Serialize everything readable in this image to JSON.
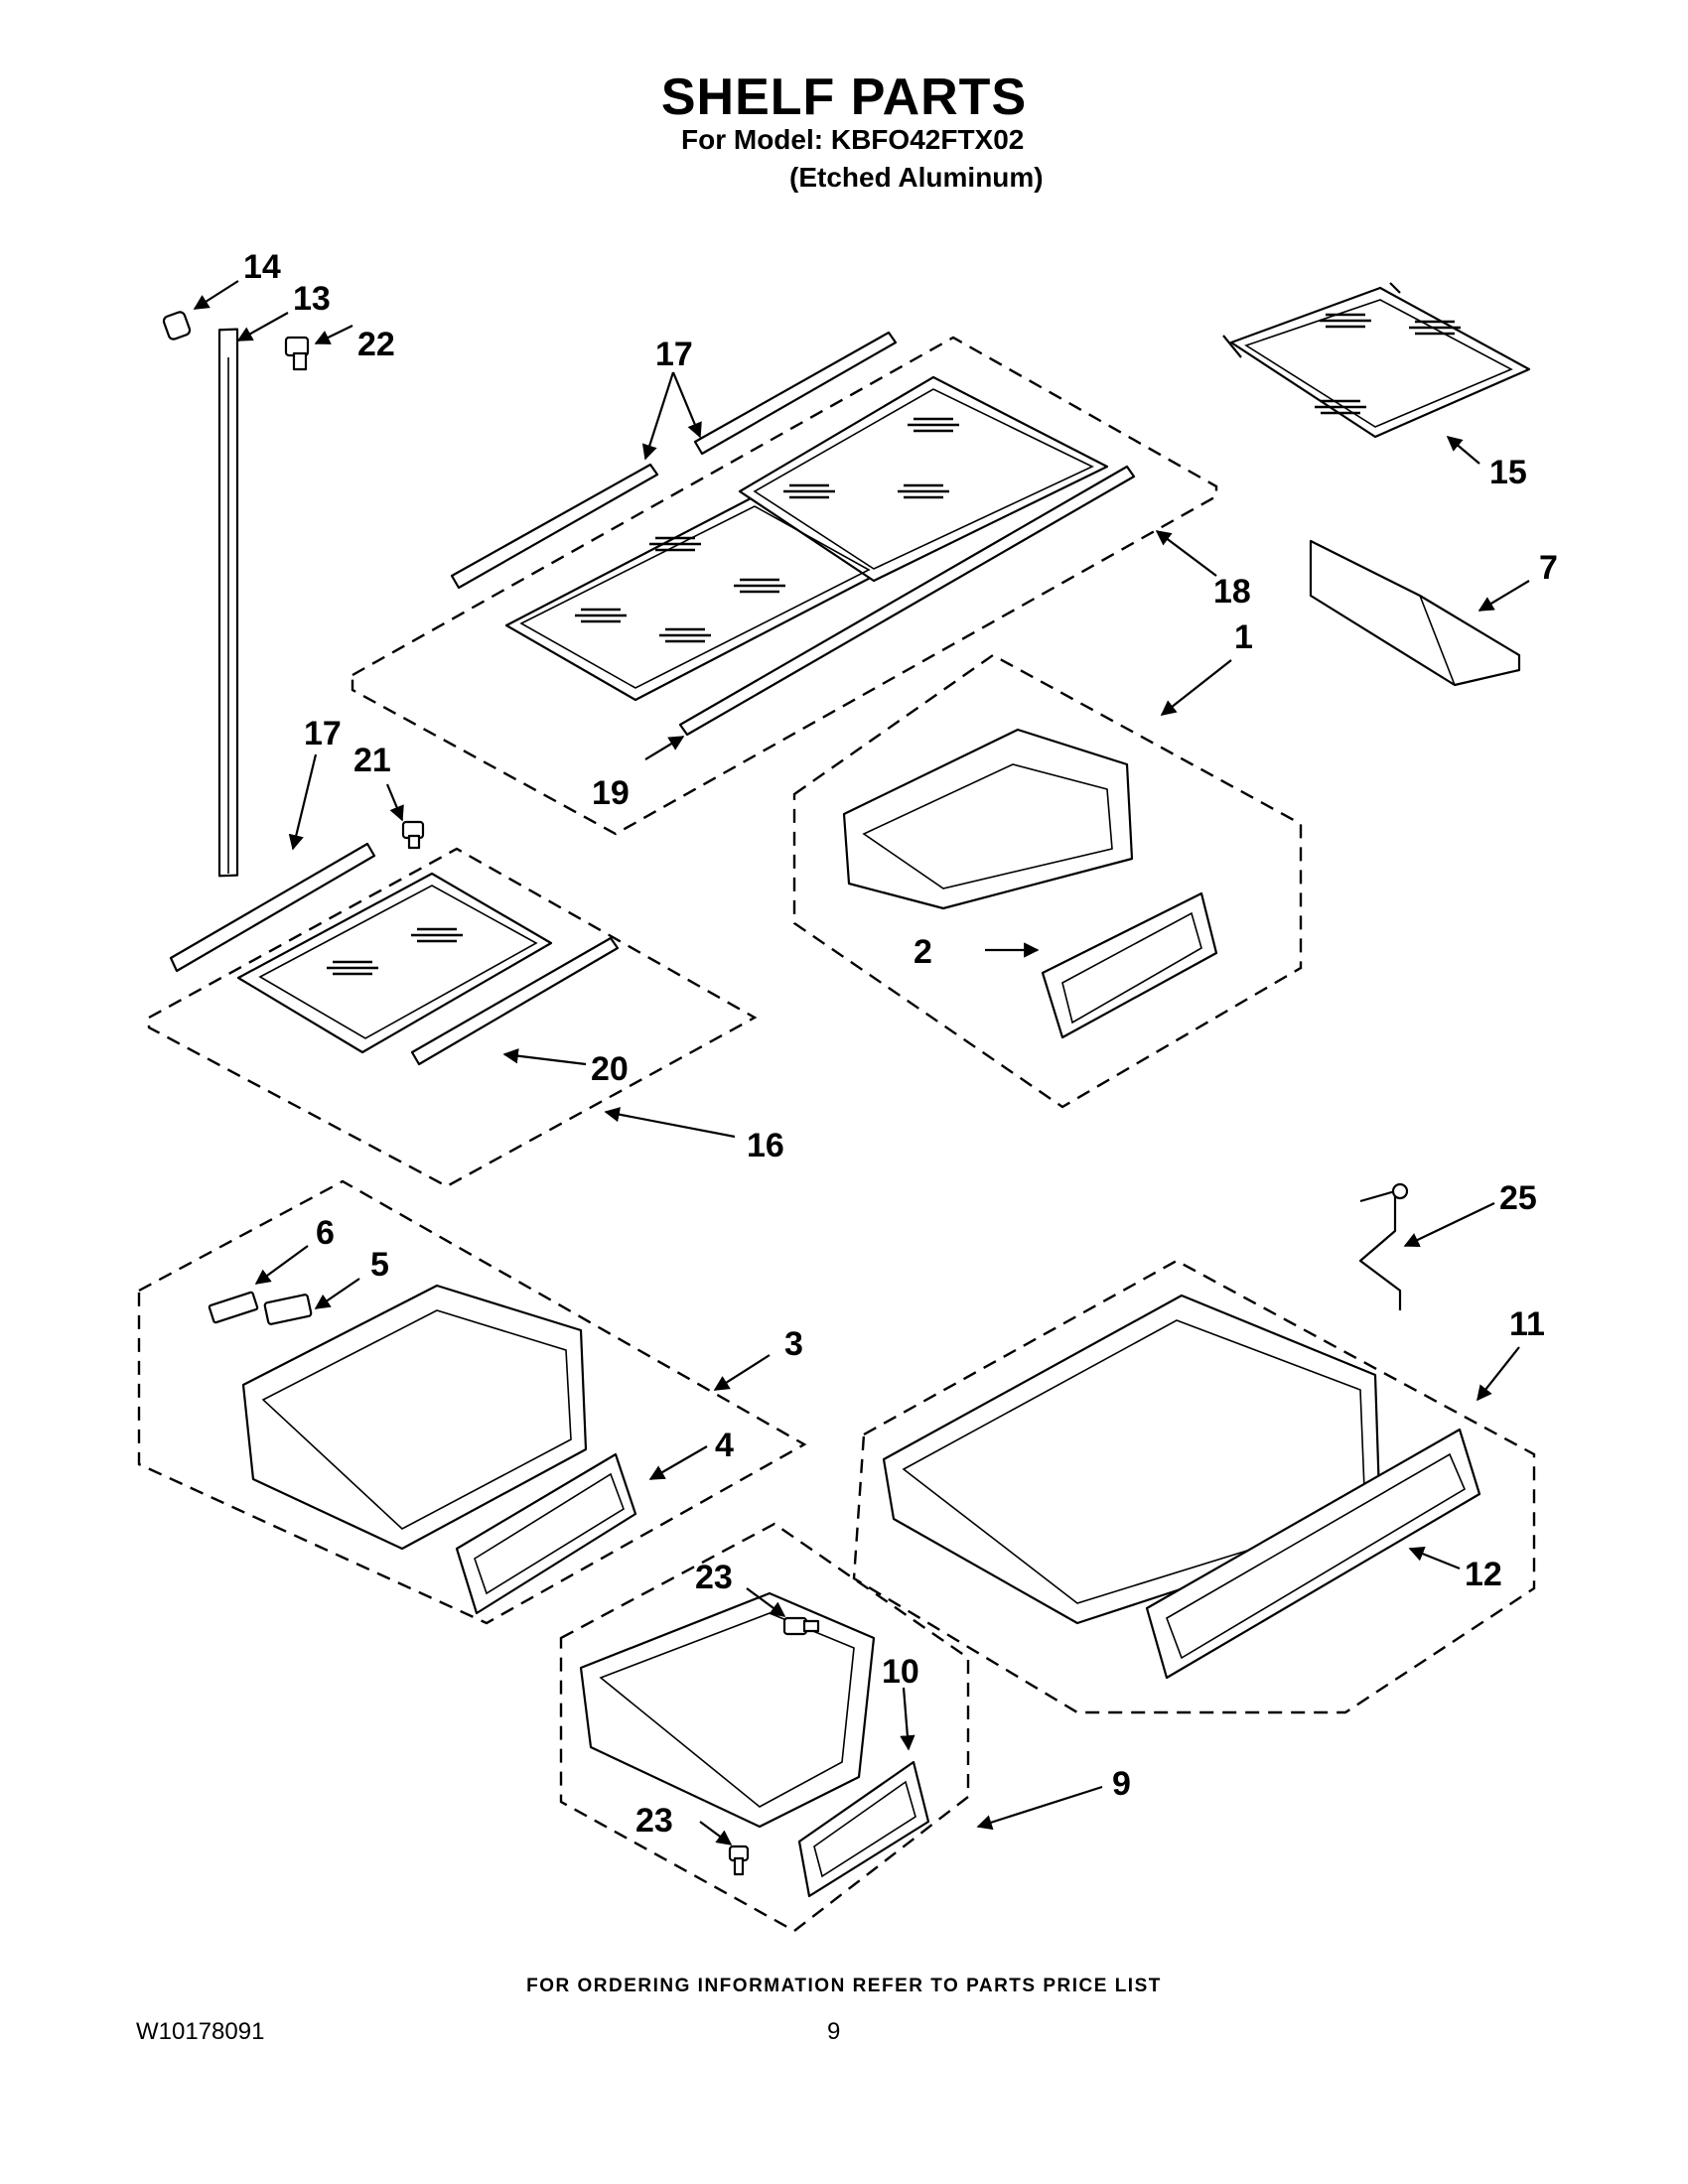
{
  "header": {
    "title": "SHELF PARTS",
    "model_line": "For Model: KBFO42FTX02",
    "finish_line": "(Etched Aluminum)"
  },
  "footer": {
    "note": "FOR ORDERING INFORMATION REFER TO PARTS PRICE LIST",
    "doc_number": "W10178091",
    "page_number": "9"
  },
  "callouts": {
    "c1": "1",
    "c2": "2",
    "c3": "3",
    "c4": "4",
    "c5": "5",
    "c6": "6",
    "c7": "7",
    "c9": "9",
    "c10": "10",
    "c11": "11",
    "c12": "12",
    "c13": "13",
    "c14": "14",
    "c15": "15",
    "c16": "16",
    "c17a": "17",
    "c17b": "17",
    "c18": "18",
    "c19": "19",
    "c20": "20",
    "c21": "21",
    "c22": "22",
    "c23a": "23",
    "c23b": "23",
    "c25": "25"
  }
}
